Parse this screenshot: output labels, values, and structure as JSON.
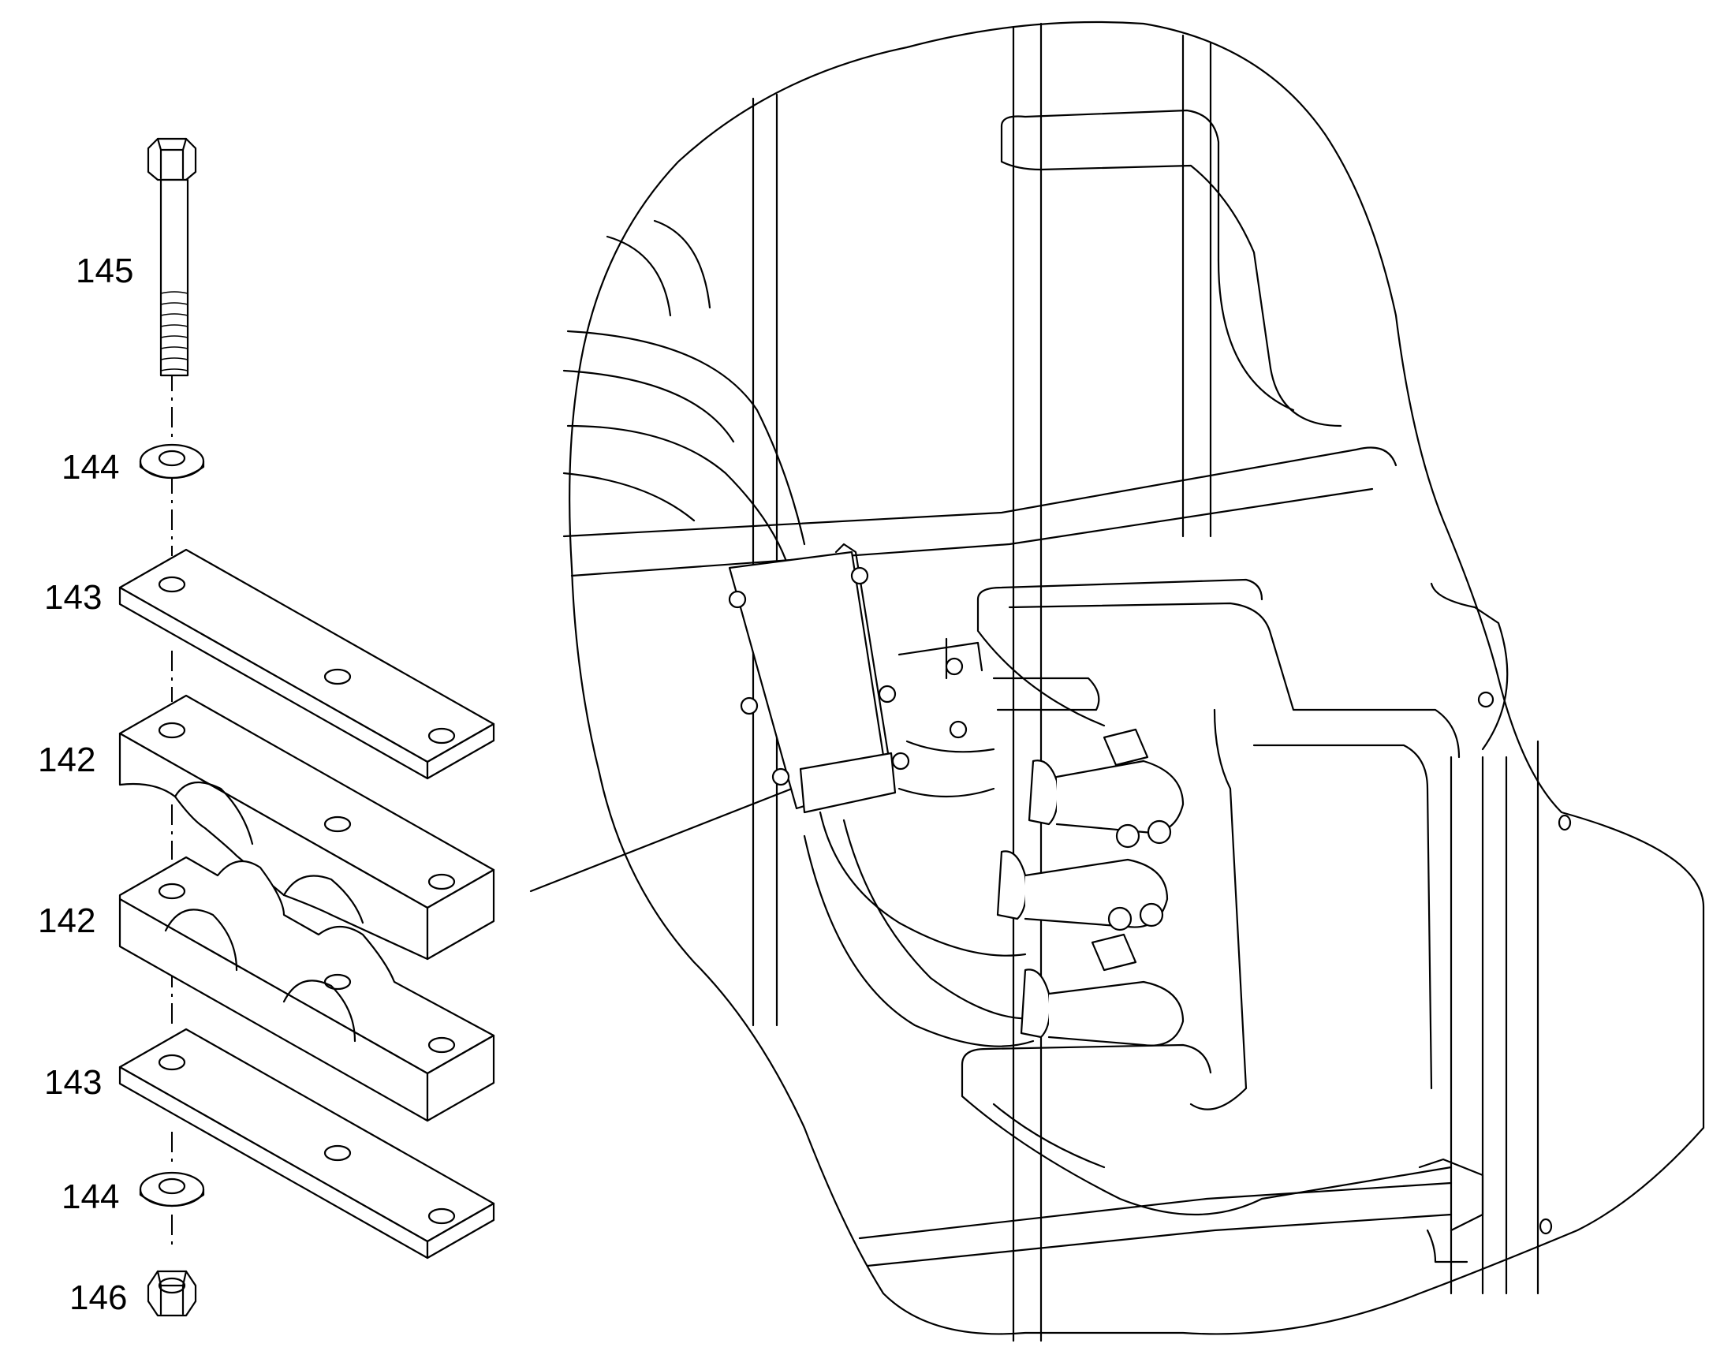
{
  "parts": [
    {
      "label": "145",
      "part": "bolt"
    },
    {
      "label": "144",
      "part": "washer-top"
    },
    {
      "label": "143",
      "part": "cover-plate-top"
    },
    {
      "label": "142",
      "part": "clamp-half-upper"
    },
    {
      "label": "142",
      "part": "clamp-half-lower"
    },
    {
      "label": "143",
      "part": "cover-plate-bottom"
    },
    {
      "label": "144",
      "part": "washer-bottom"
    },
    {
      "label": "146",
      "part": "nut"
    }
  ]
}
